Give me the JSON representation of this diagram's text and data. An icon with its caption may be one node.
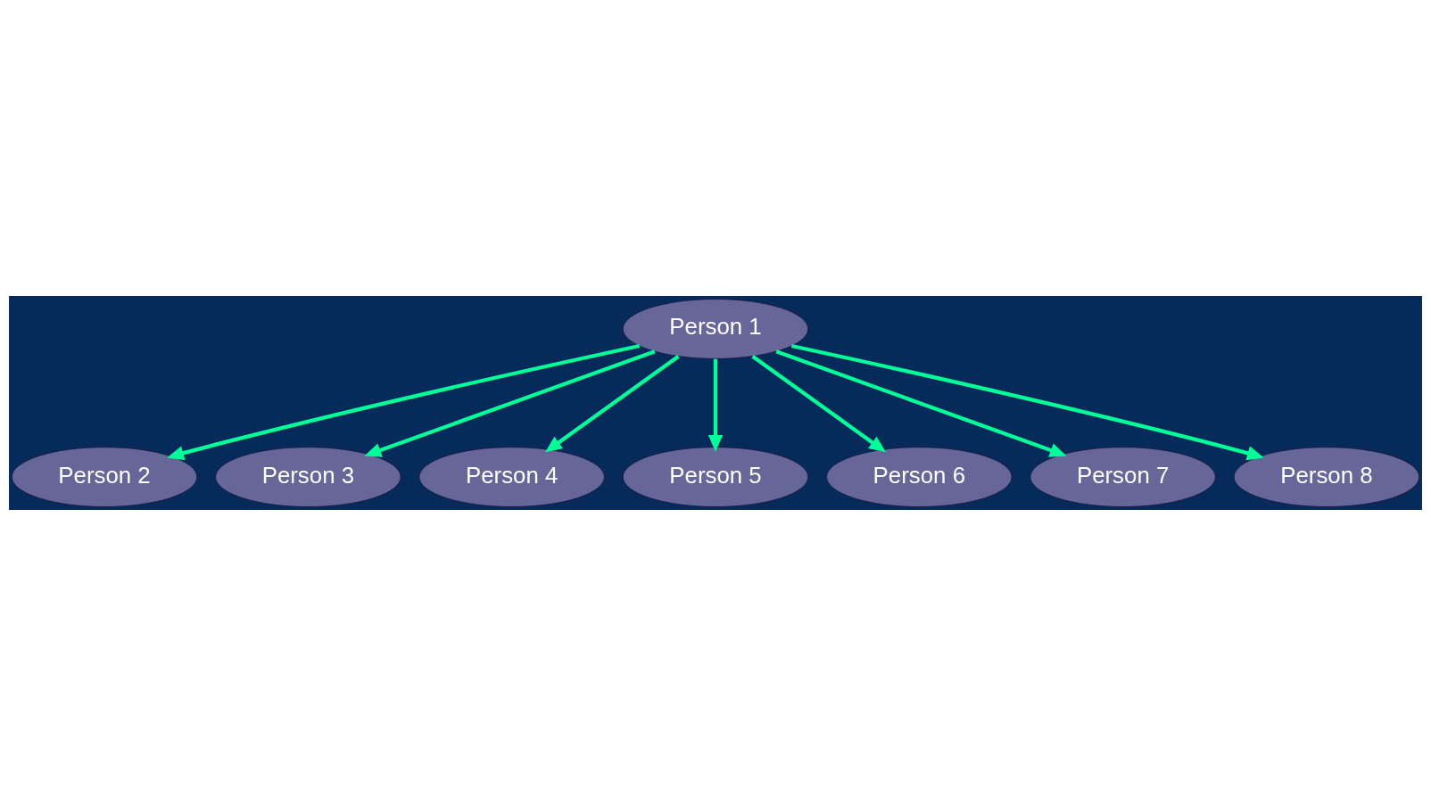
{
  "diagram": {
    "nodes": [
      {
        "text": [
          "Person 1"
        ]
      },
      {
        "text": [
          "Person 2"
        ]
      },
      {
        "text": [
          "Person 3"
        ]
      },
      {
        "text": [
          "Person 4"
        ]
      },
      {
        "text": [
          "Person 5"
        ]
      },
      {
        "text": [
          "Person 6"
        ]
      },
      {
        "text": [
          "Person 7"
        ]
      },
      {
        "text": [
          "Person 8"
        ]
      }
    ],
    "edges": [
      {
        "from": 0,
        "to": 1,
        "arrow": "to"
      },
      {
        "from": 0,
        "to": 2,
        "arrow": "to"
      },
      {
        "from": 0,
        "to": 3,
        "arrow": "to"
      },
      {
        "from": 0,
        "to": 4,
        "arrow": "to"
      },
      {
        "from": 0,
        "to": 5,
        "arrow": "to"
      },
      {
        "from": 0,
        "to": 6,
        "arrow": "to"
      },
      {
        "from": 0,
        "to": 7,
        "arrow": "to"
      }
    ]
  }
}
